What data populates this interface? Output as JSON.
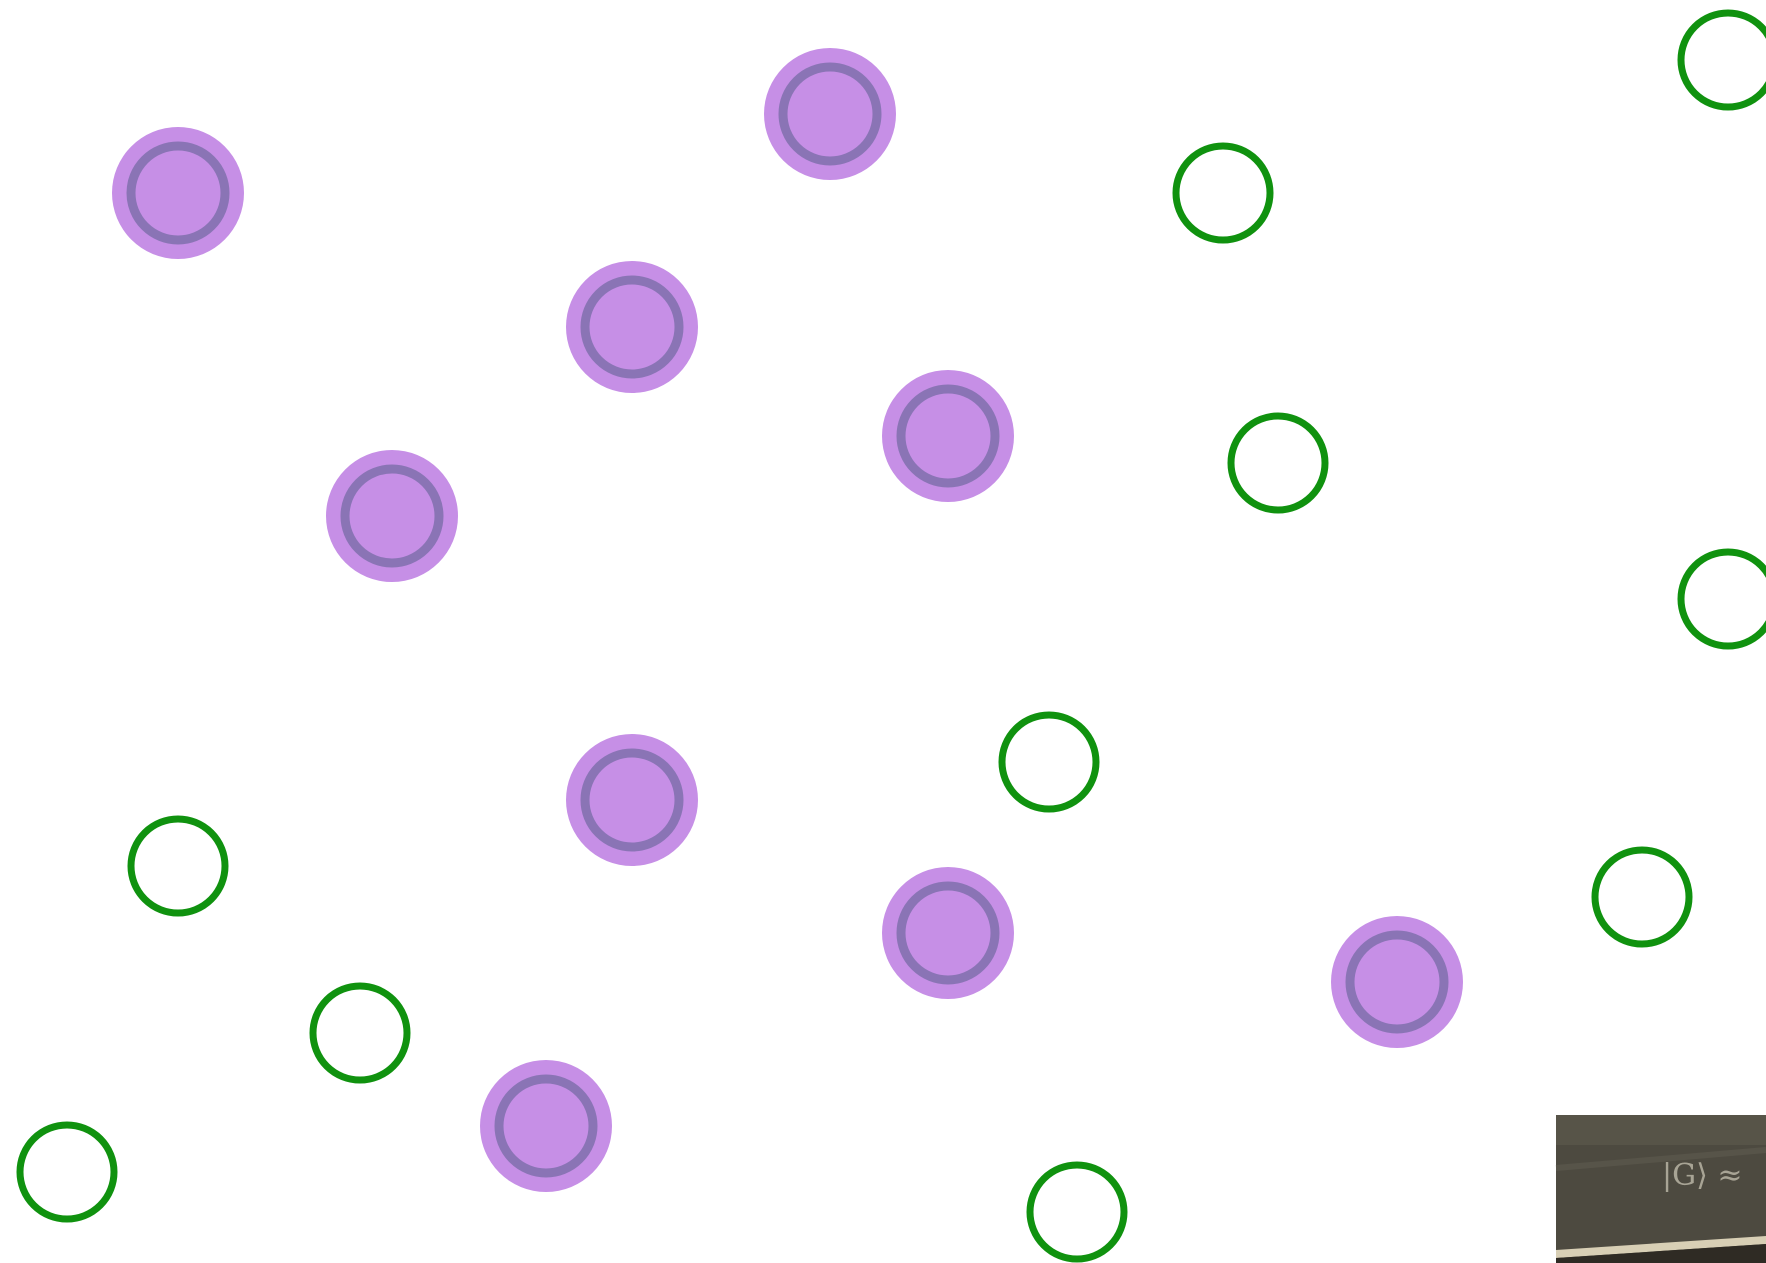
{
  "colors": {
    "background": "#ffffff",
    "filled_fill": "#c68fe6",
    "filled_ring": "#8a74b5",
    "open_ring": "#10920f",
    "board_dark": "#524d42",
    "board_chalk": "#c7c2b2",
    "board_ledge": "#d8cfb5"
  },
  "legend": {
    "filled": "filled-circle-marker",
    "open": "open-circle-marker"
  },
  "inset": {
    "type": "chalkboard-photo",
    "text": "|G⟩ ≈"
  }
}
